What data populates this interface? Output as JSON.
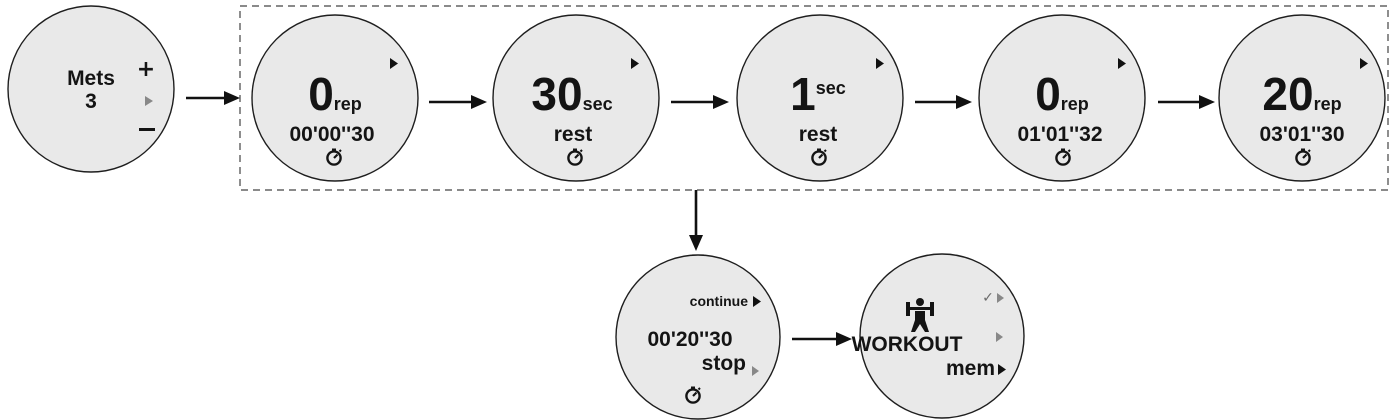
{
  "screens": {
    "mets": {
      "label": "Mets",
      "value": "3",
      "plus": "+",
      "minus": "—"
    },
    "s1": {
      "big": "0",
      "unit": "rep",
      "line2": "00'00''30"
    },
    "s2": {
      "big": "30",
      "unit": "sec",
      "line2": "rest"
    },
    "s3": {
      "big": "1",
      "unit": "sec",
      "line2": "rest"
    },
    "s4": {
      "big": "0",
      "unit": "rep",
      "line2": "01'01''32"
    },
    "s5": {
      "big": "20",
      "unit": "rep",
      "line2": "03'01''30"
    },
    "pause": {
      "continue": "continue",
      "time": "00'20''30",
      "stop": "stop"
    },
    "workout": {
      "title": "WORKOUT",
      "mem": "mem",
      "check": "✓"
    }
  },
  "icons": {
    "timer": "stopwatch-icon",
    "play": "play-triangle-icon",
    "figure": "workout-figure-icon",
    "check": "check-icon"
  },
  "colors": {
    "face": "#e9e9e9",
    "outline": "#1e1e1e",
    "ink": "#141414"
  }
}
